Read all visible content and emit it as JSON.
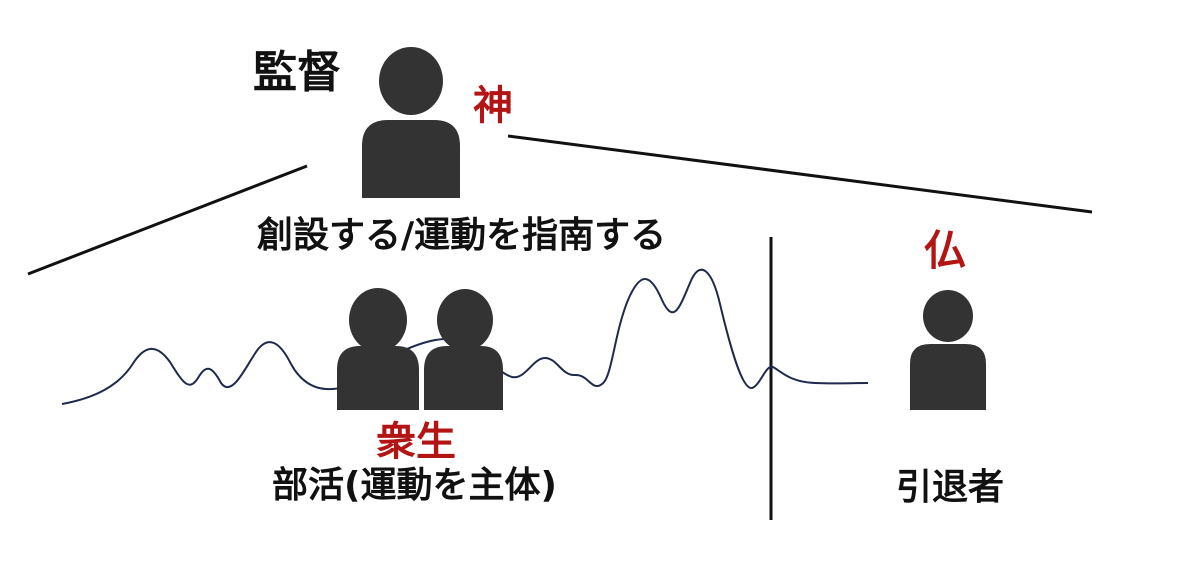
{
  "labels": {
    "director": "監督",
    "god": "神",
    "founder": "創設する/運動を指南する",
    "buddha": "仏",
    "masses": "衆生",
    "club": "部活(運動を主体)",
    "retiree": "引退者"
  },
  "colors": {
    "text": "#111111",
    "accent": "#b31414",
    "figure": "#333333",
    "line": "#111111",
    "wave": "#1e2a4a"
  },
  "icons": {
    "director_figure": "person-icon",
    "member_figures": "person-icon",
    "retiree_figure": "person-icon"
  }
}
